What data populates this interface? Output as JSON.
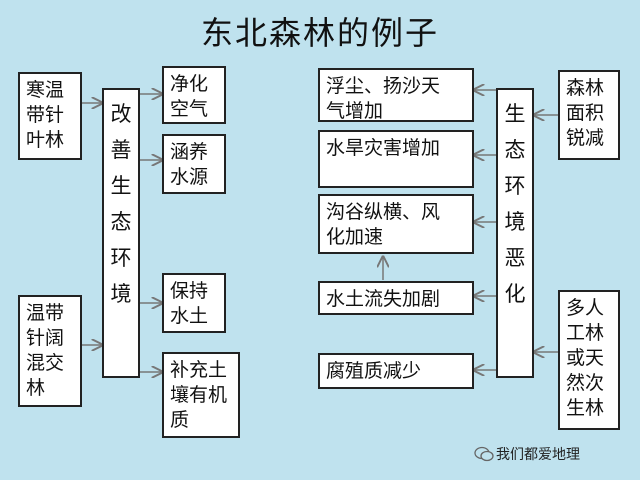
{
  "title": "东北森林的例子",
  "left": {
    "forest_taiga": "寒温\n带针\n叶林",
    "forest_mixed": "温带\n针阔\n混交\n林",
    "center": "改善生态环境",
    "effects": [
      "净化\n空气",
      "涵养\n水源",
      "保持\n水土",
      "补充土\n壤有机\n质"
    ]
  },
  "right": {
    "problems": [
      "浮尘、扬沙天\n气增加",
      "水旱灾害增加",
      "沟谷纵横、风\n化加速",
      "水土流失加剧",
      "腐殖质减少"
    ],
    "center": "生态环境恶化",
    "cause_area": "森林\n面积\n锐减",
    "cause_human": "多人\n工林\n或天\n然次\n生林"
  },
  "watermark": "我们都爱地理"
}
